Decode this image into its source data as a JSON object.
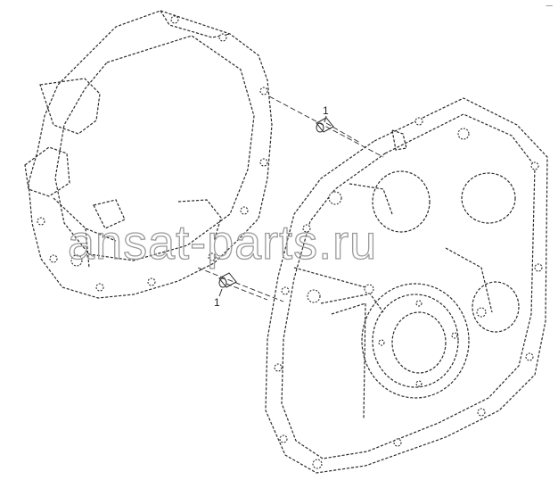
{
  "diagram": {
    "callouts": [
      {
        "id": "dowel-pin-upper",
        "label": "1"
      },
      {
        "id": "dowel-pin-lower",
        "label": "1"
      }
    ],
    "watermark": "ansat-parts.ru",
    "corner_mark": "ᅳ"
  }
}
